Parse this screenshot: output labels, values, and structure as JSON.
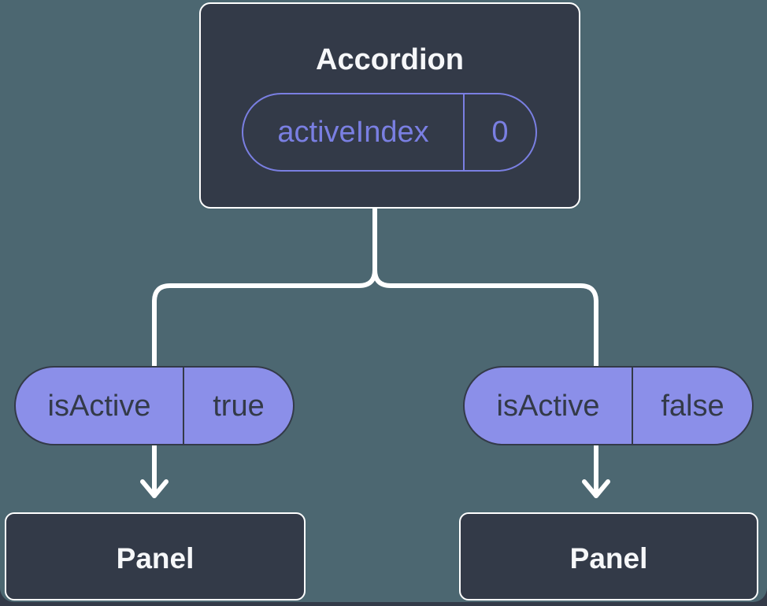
{
  "diagram": {
    "description": "React component tree diagram: Accordion state passed down to panels",
    "root": {
      "title": "Accordion",
      "prop": {
        "name": "activeIndex",
        "value": "0"
      }
    },
    "children": [
      {
        "prop": {
          "name": "isActive",
          "value": "true"
        },
        "node_title": "Panel"
      },
      {
        "prop": {
          "name": "isActive",
          "value": "false"
        },
        "node_title": "Panel"
      }
    ],
    "colors": {
      "canvas_background": "#4C6771",
      "outer_background": "#333A48",
      "node_fill": "#333A48",
      "node_border": "#FFFFFF",
      "node_text": "#F6F7F9",
      "prop_accent_purple": "#7A7FE2",
      "state_pill_fill": "#8B8FE9",
      "state_pill_text": "#333A48",
      "connector_line": "#FFFFFF"
    }
  }
}
